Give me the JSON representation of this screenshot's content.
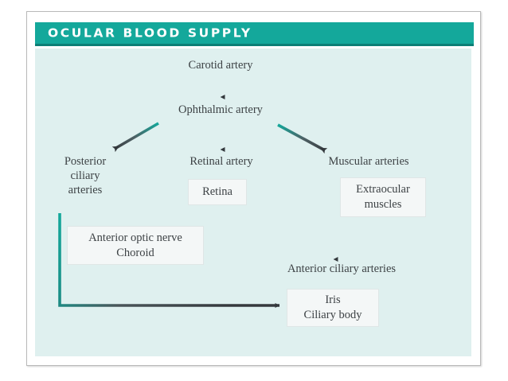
{
  "header": {
    "title": "OCULAR BLOOD SUPPLY",
    "bar_color": "#14a89b",
    "bar_underline_color": "#0c7f76",
    "title_color": "#ffffff"
  },
  "canvas": {
    "background_color": "#dff0ef",
    "frame_border_color": "#b9b9b9"
  },
  "theme": {
    "teal": "#1cb3a6",
    "arrow_start_color": "#14a89b",
    "arrow_end_color": "#3a3f43",
    "text_color": "#3d4245",
    "box_fill": "#f4f7f7"
  },
  "diagram": {
    "type": "flowchart",
    "title": "OCULAR BLOOD SUPPLY",
    "nodes": [
      {
        "id": "carotid",
        "label": "Carotid artery",
        "kind": "label"
      },
      {
        "id": "ophthalmic",
        "label": "Ophthalmic artery",
        "kind": "label"
      },
      {
        "id": "posterior",
        "label": "Posterior\nciliary\narteries",
        "kind": "label"
      },
      {
        "id": "retinal",
        "label": "Retinal artery",
        "kind": "label"
      },
      {
        "id": "muscular",
        "label": "Muscular arteries",
        "kind": "label"
      },
      {
        "id": "retina",
        "label": "Retina",
        "kind": "box"
      },
      {
        "id": "extraocular",
        "label": "Extraocular\nmuscles",
        "kind": "box"
      },
      {
        "id": "optic_choroid",
        "label": "Anterior optic nerve\nChoroid",
        "kind": "box"
      },
      {
        "id": "ant_ciliary",
        "label": "Anterior ciliary arteries",
        "kind": "label"
      },
      {
        "id": "iris_ciliary",
        "label": "Iris\nCiliary body",
        "kind": "box"
      }
    ],
    "edges": [
      {
        "from": "carotid",
        "to": "ophthalmic",
        "style": "straight-down-arrow"
      },
      {
        "from": "ophthalmic",
        "to": "posterior",
        "style": "diagonal-left-arrow"
      },
      {
        "from": "ophthalmic",
        "to": "retinal",
        "style": "straight-down-arrow"
      },
      {
        "from": "ophthalmic",
        "to": "muscular",
        "style": "diagonal-right-arrow"
      },
      {
        "from": "retinal",
        "to": "retina",
        "style": "implicit"
      },
      {
        "from": "muscular",
        "to": "extraocular",
        "style": "implicit"
      },
      {
        "from": "muscular",
        "to": "ant_ciliary",
        "style": "straight-down-arrow"
      },
      {
        "from": "posterior",
        "to": "optic_choroid",
        "style": "implicit"
      },
      {
        "from": "posterior",
        "to": "iris_ciliary",
        "style": "elbow-right-arrow"
      },
      {
        "from": "ant_ciliary",
        "to": "iris_ciliary",
        "style": "implicit"
      }
    ]
  }
}
